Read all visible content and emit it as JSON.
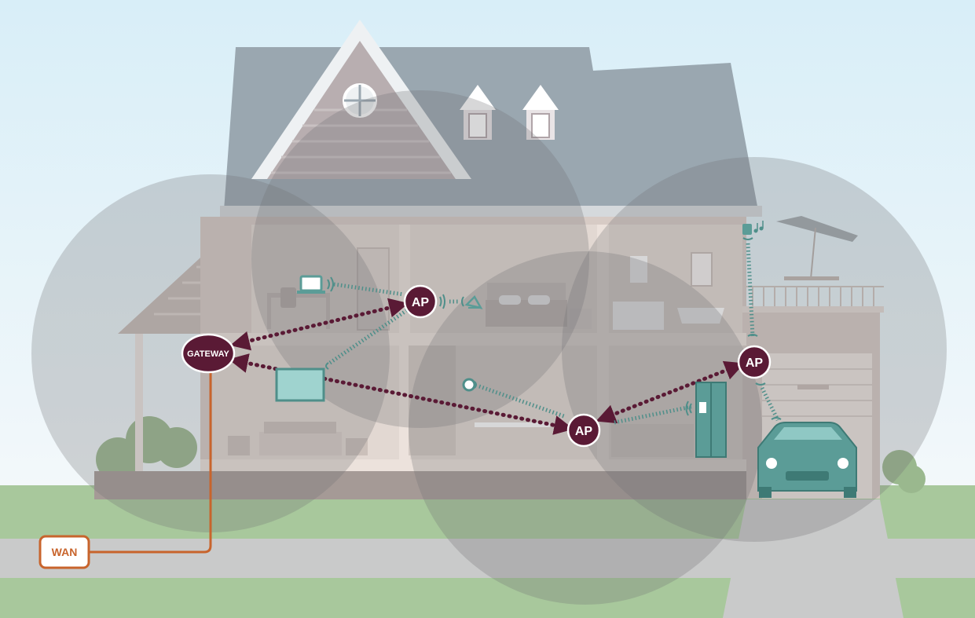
{
  "nodes": {
    "gateway": "GATEWAY",
    "ap_upper": "AP",
    "ap_lower": "AP",
    "ap_garage": "AP",
    "wan": "WAN"
  },
  "colors": {
    "sky": "#dff0f7",
    "roof": "#9eabb4",
    "wall": "#d8ccc6",
    "floor": "#eadfd8",
    "grass": "#a7c79a",
    "road": "#c9c9c9",
    "coverage": "#6e6e74",
    "node": "#5a1a35",
    "wired_link": "#5a1a35",
    "wireless_link": "#4f8f8a",
    "device": "#5b9c97",
    "wan": "#c8642c"
  },
  "icons": [
    "laptop-icon",
    "speaker-icon",
    "tv-icon",
    "thermostat-icon",
    "fridge-icon",
    "car-icon",
    "music-note-icon"
  ]
}
